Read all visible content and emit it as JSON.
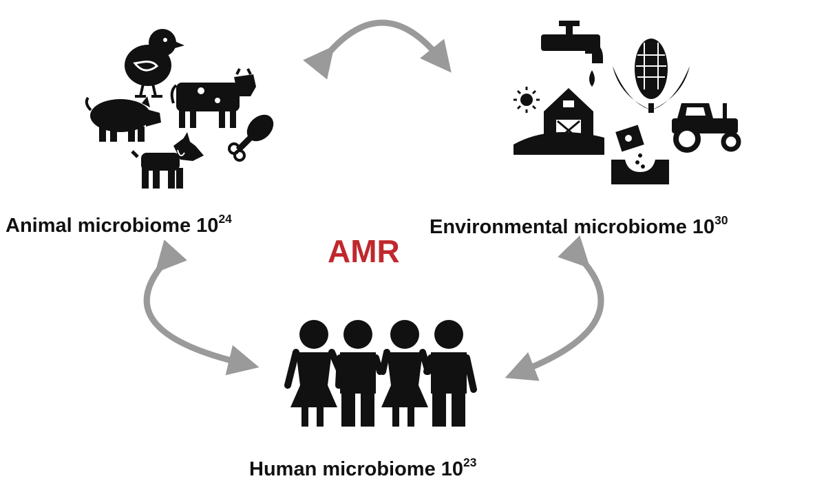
{
  "center": {
    "label": "AMR"
  },
  "nodes": {
    "animal": {
      "label": "Animal microbiome 10",
      "exponent": "24"
    },
    "environmental": {
      "label": "Environmental microbiome 10",
      "exponent": "30"
    },
    "human": {
      "label": "Human microbiome 10",
      "exponent": "23"
    }
  },
  "icons": {
    "animal": [
      "chick-icon",
      "cow-icon",
      "pig-icon",
      "dog-icon",
      "drumstick-icon"
    ],
    "environmental": [
      "faucet-icon",
      "water-drop-icon",
      "corn-icon",
      "sun-icon",
      "barn-icon",
      "tractor-icon",
      "seed-packet-icon"
    ],
    "human": [
      "people-group-icon"
    ]
  },
  "colors": {
    "accent": "#c0282d",
    "arrow": "#9a9a9a",
    "icon": "#111111"
  }
}
